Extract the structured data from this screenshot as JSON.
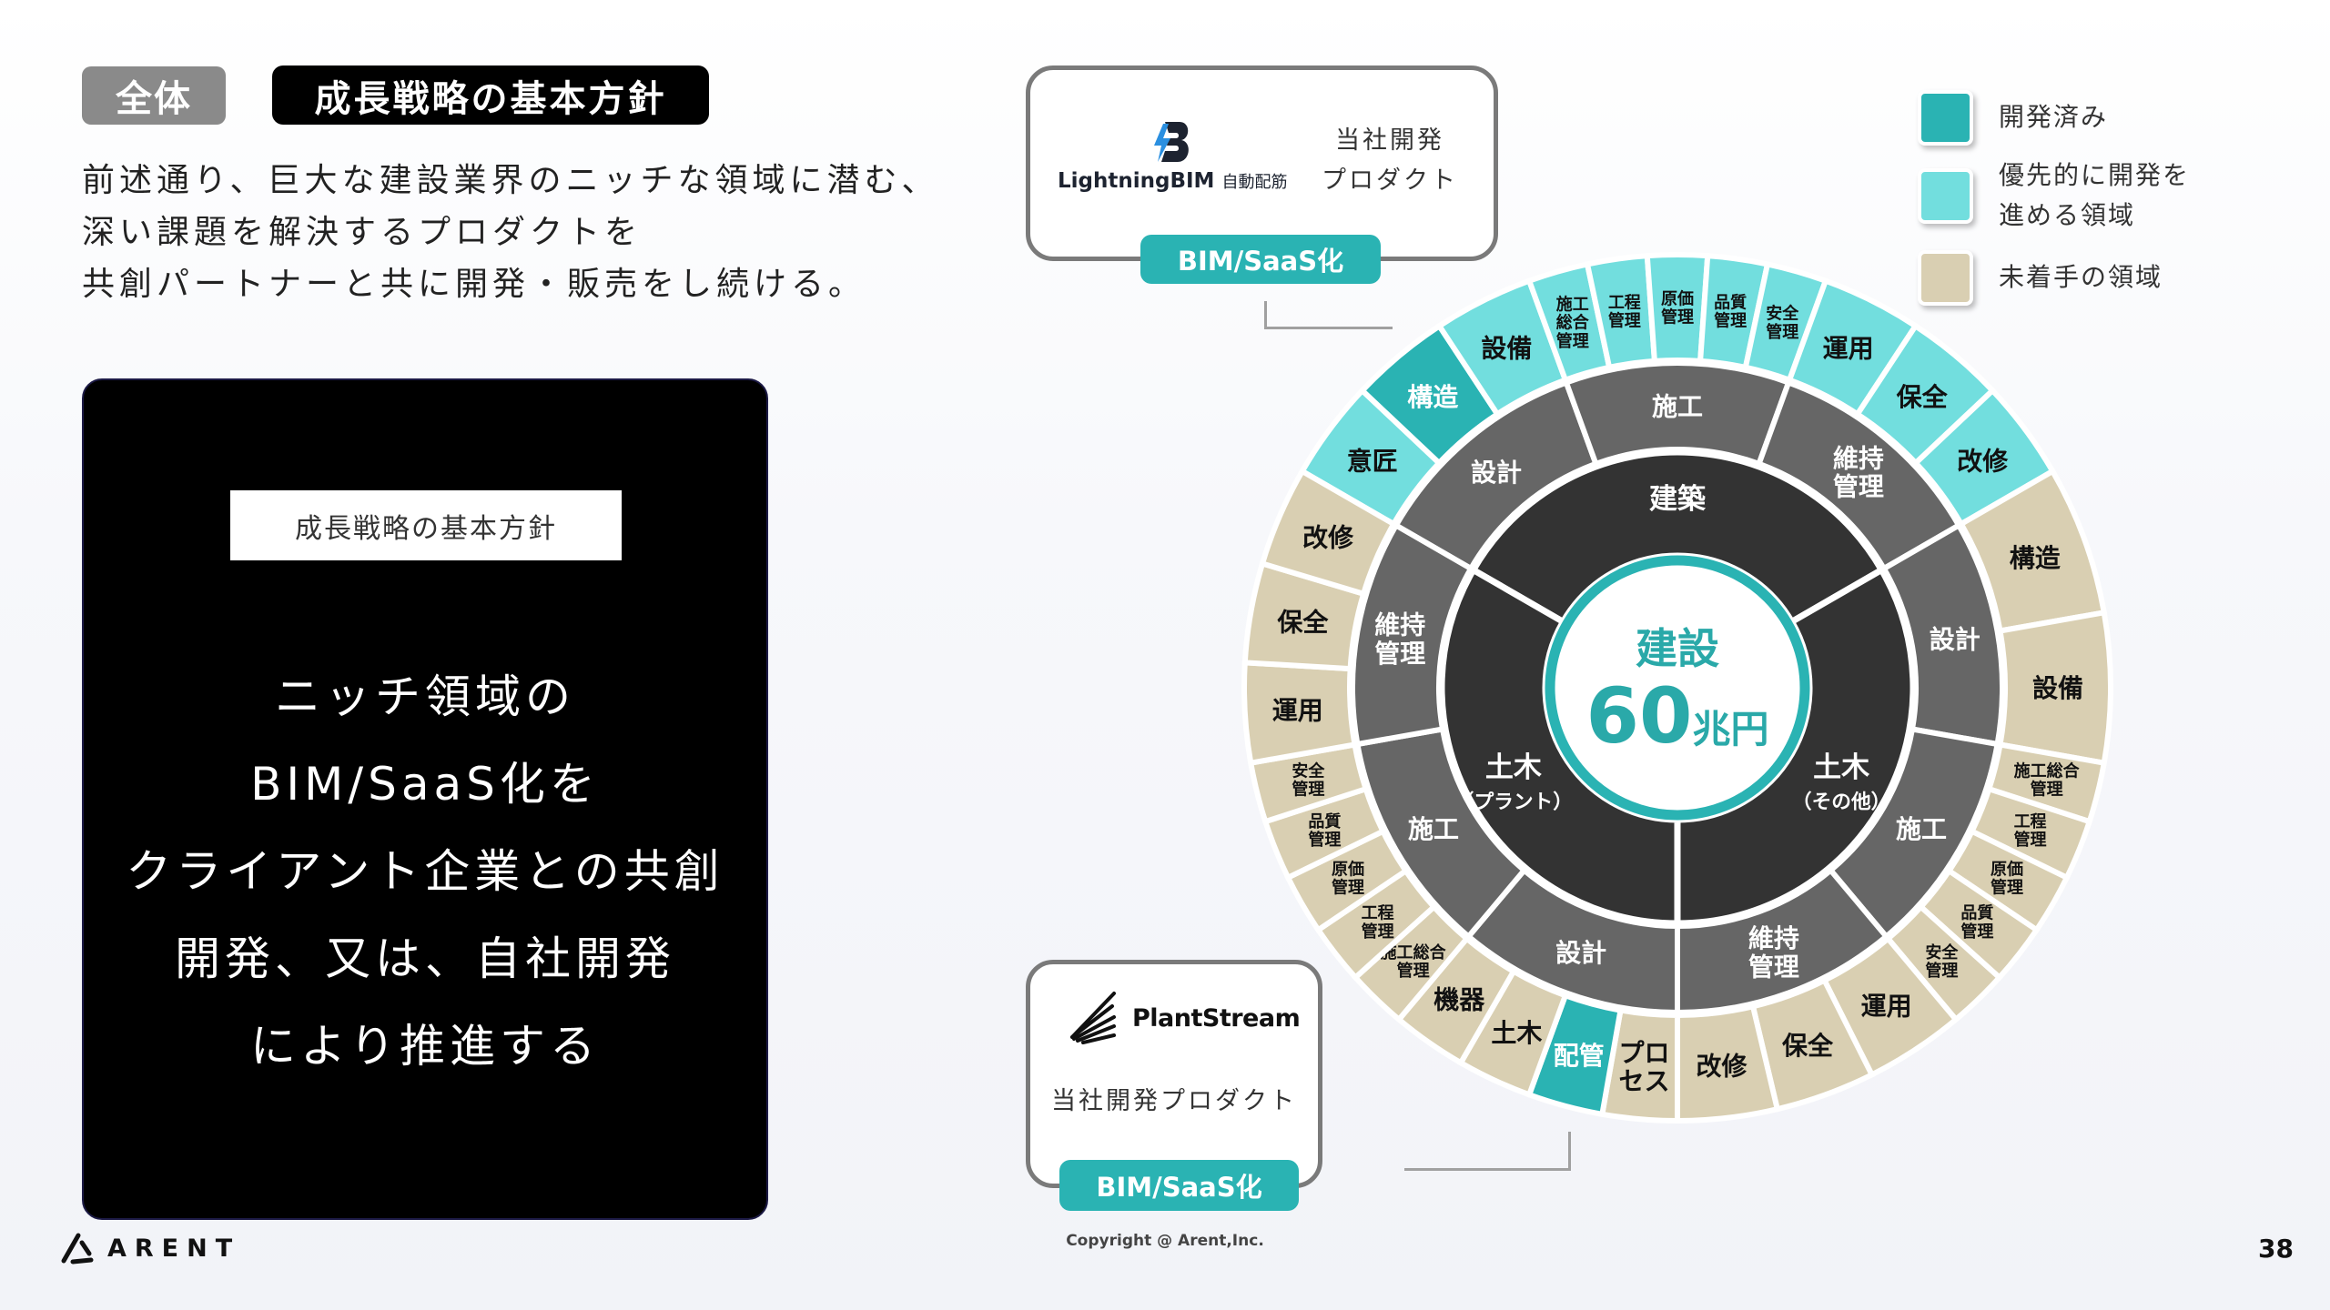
{
  "header": {
    "category_badge": "全体",
    "title": "成長戦略の基本方針"
  },
  "intro_lines": [
    "前述通り、巨大な建設業界のニッチな領域に潜む、",
    "深い課題を解決するプロダクトを",
    "共創パートナーと共に開発・販売をし続ける。"
  ],
  "policy_card": {
    "label": "成長戦略の基本方針",
    "lines": [
      "ニッチ領域の",
      "BIM/SaaS化を",
      "クライアント企業との共創",
      "開発、又は、自社開発",
      "により推進する"
    ]
  },
  "product_lightning": {
    "logo_text": "LightningBIM",
    "logo_suffix": "自動配筋",
    "desc_lines": [
      "当社開発",
      "プロダクト"
    ],
    "badge": "BIM/SaaS化"
  },
  "product_plantstream": {
    "logo_text": "PlantStream",
    "desc": "当社開発プロダクト",
    "badge": "BIM/SaaS化"
  },
  "legend": [
    {
      "label_lines": [
        "開発済み"
      ],
      "color": "#2ab3b3"
    },
    {
      "label_lines": [
        "優先的に開発を",
        "進める領域"
      ],
      "color": "#72dede"
    },
    {
      "label_lines": [
        "未着手の領域"
      ],
      "color": "#d9cfb2"
    }
  ],
  "status_colors": {
    "developed": "#2ab3b3",
    "priority": "#72dede",
    "untouched": "#d9cfb2",
    "inner": "#333333",
    "middle": "#666666"
  },
  "sunburst": {
    "center_title": "建設",
    "center_value": "60",
    "center_unit": "兆円",
    "segments": [
      {
        "label": "建築",
        "children": [
          {
            "label": "設計",
            "children": [
              {
                "label": "意匠",
                "status": "priority"
              },
              {
                "label": "構造",
                "status": "developed"
              },
              {
                "label": "設備",
                "status": "priority"
              }
            ]
          },
          {
            "label": "施工",
            "children": [
              {
                "label": "施工\n総合\n管理",
                "status": "priority",
                "small": true
              },
              {
                "label": "工程\n管理",
                "status": "priority",
                "small": true
              },
              {
                "label": "原価\n管理",
                "status": "priority",
                "small": true
              },
              {
                "label": "品質\n管理",
                "status": "priority",
                "small": true
              },
              {
                "label": "安全\n管理",
                "status": "priority",
                "small": true
              }
            ]
          },
          {
            "label": "維持\n管理",
            "children": [
              {
                "label": "運用",
                "status": "priority"
              },
              {
                "label": "保全",
                "status": "priority"
              },
              {
                "label": "改修",
                "status": "priority"
              }
            ]
          }
        ]
      },
      {
        "label": "土木\n（その他）",
        "children": [
          {
            "label": "設計",
            "children": [
              {
                "label": "構造",
                "status": "untouched"
              },
              {
                "label": "設備",
                "status": "untouched"
              }
            ]
          },
          {
            "label": "施工",
            "children": [
              {
                "label": "施工総合\n管理",
                "status": "untouched",
                "small": true
              },
              {
                "label": "工程\n管理",
                "status": "untouched",
                "small": true
              },
              {
                "label": "原価\n管理",
                "status": "untouched",
                "small": true
              },
              {
                "label": "品質\n管理",
                "status": "untouched",
                "small": true
              },
              {
                "label": "安全\n管理",
                "status": "untouched",
                "small": true
              }
            ]
          },
          {
            "label": "維持\n管理",
            "children": [
              {
                "label": "運用",
                "status": "untouched"
              },
              {
                "label": "保全",
                "status": "untouched"
              },
              {
                "label": "改修",
                "status": "untouched"
              }
            ]
          }
        ]
      },
      {
        "label": "土木\n（プラント）",
        "children": [
          {
            "label": "設計",
            "children": [
              {
                "label": "プロ\nセス",
                "status": "untouched"
              },
              {
                "label": "配管",
                "status": "developed"
              },
              {
                "label": "土木",
                "status": "untouched"
              },
              {
                "label": "機器",
                "status": "untouched"
              }
            ]
          },
          {
            "label": "施工",
            "children": [
              {
                "label": "施工総合\n管理",
                "status": "untouched",
                "small": true
              },
              {
                "label": "工程\n管理",
                "status": "untouched",
                "small": true
              },
              {
                "label": "原価\n管理",
                "status": "untouched",
                "small": true
              },
              {
                "label": "品質\n管理",
                "status": "untouched",
                "small": true
              },
              {
                "label": "安全\n管理",
                "status": "untouched",
                "small": true
              }
            ]
          },
          {
            "label": "維持\n管理",
            "children": [
              {
                "label": "運用",
                "status": "untouched"
              },
              {
                "label": "保全",
                "status": "untouched"
              },
              {
                "label": "改修",
                "status": "untouched"
              }
            ]
          }
        ]
      }
    ]
  },
  "footer": {
    "brand": "ARENT",
    "copyright": "Copyright @ Arent,Inc.",
    "page_number": "38"
  }
}
